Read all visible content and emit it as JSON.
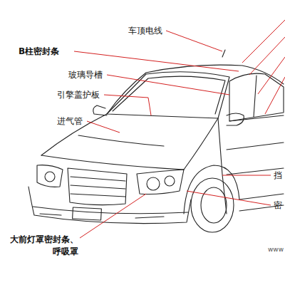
{
  "diagram": {
    "labels": [
      "车顶电线",
      "B柱密封条",
      "玻璃导槽",
      "引擎盖护板",
      "进气管",
      "大前灯罩密封条、 呼吸罩",
      "挡",
      "密",
      "www"
    ]
  }
}
